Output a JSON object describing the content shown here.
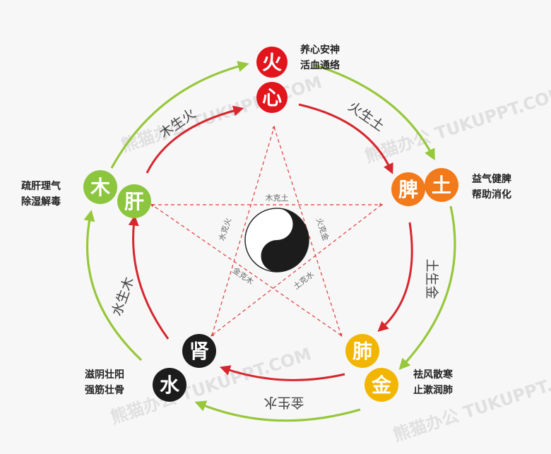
{
  "elements": [
    {
      "id": "fire",
      "element": "火",
      "organ": "心",
      "color": "#e2141c",
      "notes": [
        "养心安神",
        "活血通络"
      ]
    },
    {
      "id": "earth",
      "element": "土",
      "organ": "脾",
      "color": "#f27a1a",
      "notes": [
        "益气健脾",
        "帮助消化"
      ]
    },
    {
      "id": "metal",
      "element": "金",
      "organ": "肺",
      "color": "#f2b500",
      "notes": [
        "祛风散寒",
        "止漱润肺"
      ]
    },
    {
      "id": "water",
      "element": "水",
      "organ": "肾",
      "color": "#1c1c1c",
      "notes": [
        "滋阴壮阳",
        "强筋壮骨"
      ]
    },
    {
      "id": "wood",
      "element": "木",
      "organ": "肝",
      "color": "#8cc63f",
      "notes": [
        "疏肝理气",
        "除湿解毒"
      ]
    }
  ],
  "generating": [
    "火生土",
    "土生金",
    "金生水",
    "水生木",
    "木生火"
  ],
  "controlling": [
    "木克土",
    "火克金",
    "土克水",
    "金克木",
    "水克火"
  ],
  "watermark": "熊猫办公 TUKUPPT.COM",
  "colors": {
    "inner_arrow": "#d7262e",
    "outer_arrow": "#97c73b",
    "star_dash": "#e23a3a"
  }
}
